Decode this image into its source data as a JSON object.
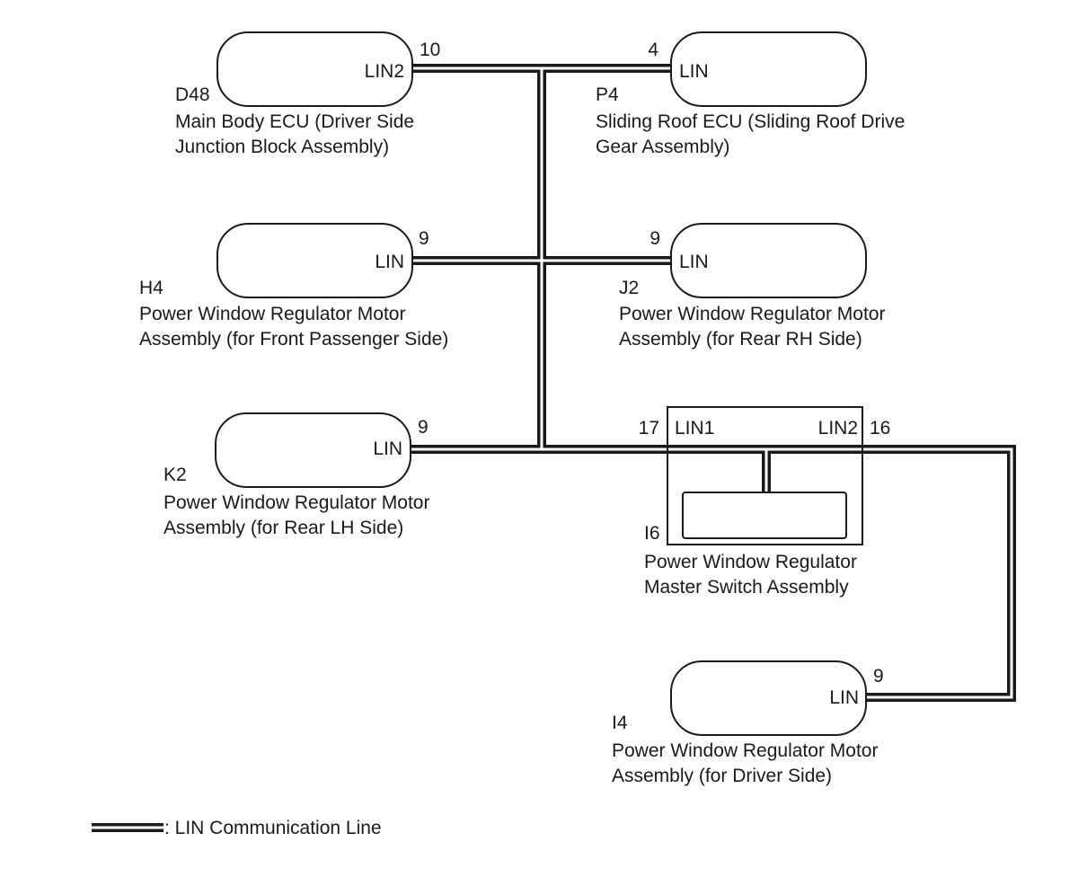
{
  "components": {
    "d48": {
      "code": "D48",
      "name_line1": "Main Body ECU (Driver Side",
      "name_line2": "Junction Block Assembly)",
      "pin": "10",
      "terminal": "LIN2"
    },
    "p4": {
      "code": "P4",
      "name_line1": "Sliding Roof ECU (Sliding Roof Drive",
      "name_line2": "Gear Assembly)",
      "pin": "4",
      "terminal": "LIN"
    },
    "h4": {
      "code": "H4",
      "name_line1": "Power Window Regulator Motor",
      "name_line2": "Assembly (for Front Passenger Side)",
      "pin": "9",
      "terminal": "LIN"
    },
    "j2": {
      "code": "J2",
      "name_line1": "Power Window Regulator Motor",
      "name_line2": "Assembly (for Rear RH Side)",
      "pin": "9",
      "terminal": "LIN"
    },
    "k2": {
      "code": "K2",
      "name_line1": "Power Window Regulator Motor",
      "name_line2": "Assembly (for Rear LH Side)",
      "pin": "9",
      "terminal": "LIN"
    },
    "i6": {
      "code": "I6",
      "name_line1": "Power Window Regulator",
      "name_line2": "Master Switch Assembly",
      "pin_lin1": "17",
      "terminal_lin1": "LIN1",
      "pin_lin2": "16",
      "terminal_lin2": "LIN2"
    },
    "i4": {
      "code": "I4",
      "name_line1": "Power Window Regulator Motor",
      "name_line2": "Assembly (for Driver Side)",
      "pin": "9",
      "terminal": "LIN"
    }
  },
  "legend": {
    "label": ": LIN Communication Line"
  }
}
